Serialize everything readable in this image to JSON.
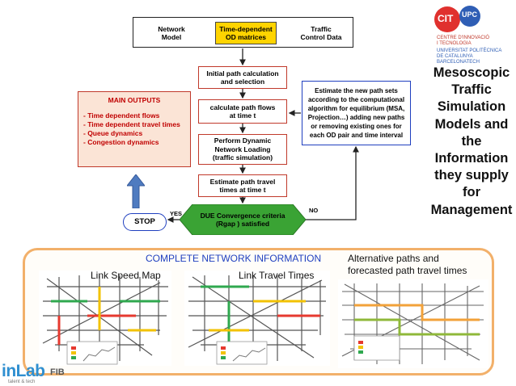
{
  "top_boxes": {
    "network": "Network\nModel",
    "od": "Time-dependent\nOD matrices",
    "traffic": "Traffic\nControl Data"
  },
  "steps": {
    "initial": "Initial path calculation\nand selection",
    "calc_flows": "calculate path flows\nat time t",
    "dnl": "Perform Dynamic\nNetwork Loading\n(traffic simulation)",
    "estimate": "Estimate path travel\ntimes at time t",
    "due": "DUE Convergence criteria\n(Rgap ) satisfied",
    "stop": "STOP",
    "yes": "YES",
    "no": "NO"
  },
  "new_paths_box": "Estimate the new path sets\naccording to the computational\nalgorithm for equilibrium (MSA,\nProjection…) adding new paths\nor removing existing ones for\neach OD pair and time interval",
  "main_outputs": {
    "heading": "MAIN OUTPUTS",
    "items": [
      "- Time dependent flows",
      "- Time dependent travel times",
      "- Queue dynamics",
      "- Congestion dynamics"
    ]
  },
  "title": "Mesoscopic\nTraffic\nSimulation\nModels and\nthe\nInformation\nthey supply\nfor\nManagement",
  "logos": {
    "cit": "CIT",
    "upc": "UPC",
    "cit_caption": "CENTRE D'INNOVACIÓ\nI TECNOLOGIA",
    "upc_caption": "UNIVERSITAT POLITÈCNICA\nDE CATALUNYA\nBARCELONATECH",
    "inlab": "inLab",
    "fib": "FIB",
    "tagline": "talent & tech"
  },
  "bottom": {
    "complete_info": "COMPLETE NETWORK INFORMATION",
    "link_speed": "Link Speed Map",
    "link_travel": "Link Travel Times",
    "alt_paths": "Alternative paths and\nforecasted path travel times"
  },
  "colors": {
    "red_border": "#c0392b",
    "yellow": "#ffd400",
    "green": "#3aa334",
    "blue_border": "#1f3fbf",
    "panel_border": "#f2b06a",
    "arrow_blue": "#4f7bc0"
  }
}
